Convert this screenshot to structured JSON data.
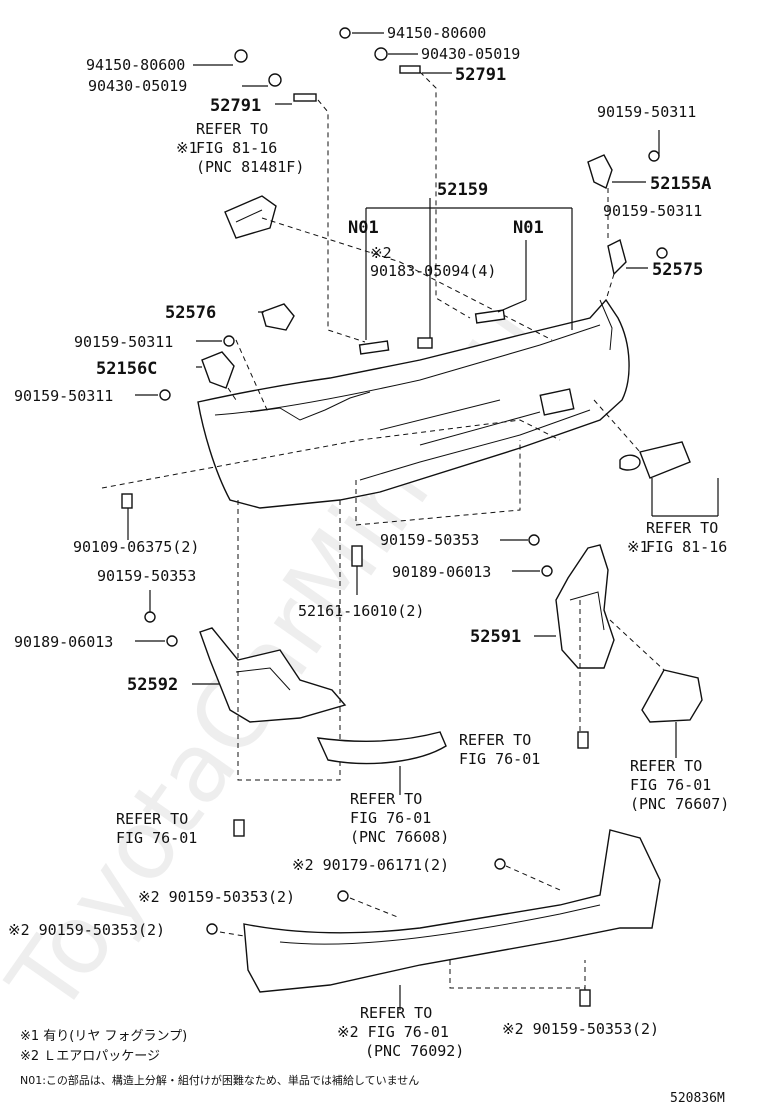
{
  "watermark": "ToyotaCarMine.ru",
  "diagram_id": "520836M",
  "labels": {
    "p94150a": "94150-80600",
    "p90430a": "90430-05019",
    "p52791a": "52791",
    "p94150b": "94150-80600",
    "p90430b": "90430-05019",
    "p52791b": "52791",
    "refer_top_1": "REFER TO",
    "refer_top_2": "FIG 81-16",
    "refer_top_3": "(PNC 81481F)",
    "p90159_r1": "90159-50311",
    "p52155a": "52155A",
    "p90159_r2": "90159-50311",
    "p52575": "52575",
    "p52159": "52159",
    "n01a": "N01",
    "n01b": "N01",
    "mark2_a": "※2",
    "p90183": "90183-05094(4)",
    "p52576": "52576",
    "p90159_l1": "90159-50311",
    "p52156c": "52156C",
    "p90159_l2": "90159-50311",
    "p90109": "90109-06375(2)",
    "refer_r_1": "REFER TO",
    "refer_r_2": "FIG 81-16",
    "mark1_r": "※1",
    "p90159_353c": "90159-50353",
    "p90189_c": "90189-06013",
    "p52161": "52161-16010(2)",
    "p90159_353l": "90159-50353",
    "p90189_l": "90189-06013",
    "p52591": "52591",
    "p52592": "52592",
    "refer_76a_1": "REFER TO",
    "refer_76a_2": "FIG 76-01",
    "refer_76b_1": "REFER TO",
    "refer_76b_2": "FIG 76-01",
    "refer_76b_3": "(PNC 76607)",
    "refer_76c_1": "REFER TO",
    "refer_76c_2": "FIG 76-01",
    "refer_76c_3": "(PNC 76608)",
    "refer_76d_1": "REFER TO",
    "refer_76d_2": "FIG 76-01",
    "p90179": "※2 90179-06171(2)",
    "p90159_2a": "※2 90159-50353(2)",
    "p90159_2b": "※2 90159-50353(2)",
    "refer_bot_1": "REFER TO",
    "refer_bot_2": "※2 FIG 76-01",
    "refer_bot_3": "(PNC 76092)",
    "p90159_2c": "※2 90159-50353(2)",
    "mark1_top": "※1"
  },
  "notes": {
    "n1": "※1 有り(リヤ フォグランプ)",
    "n2": "※2 Ｌエアロパッケージ",
    "n3": "N01:この部品は、構造上分解・組付けが困難なため、単品では補給していません"
  }
}
